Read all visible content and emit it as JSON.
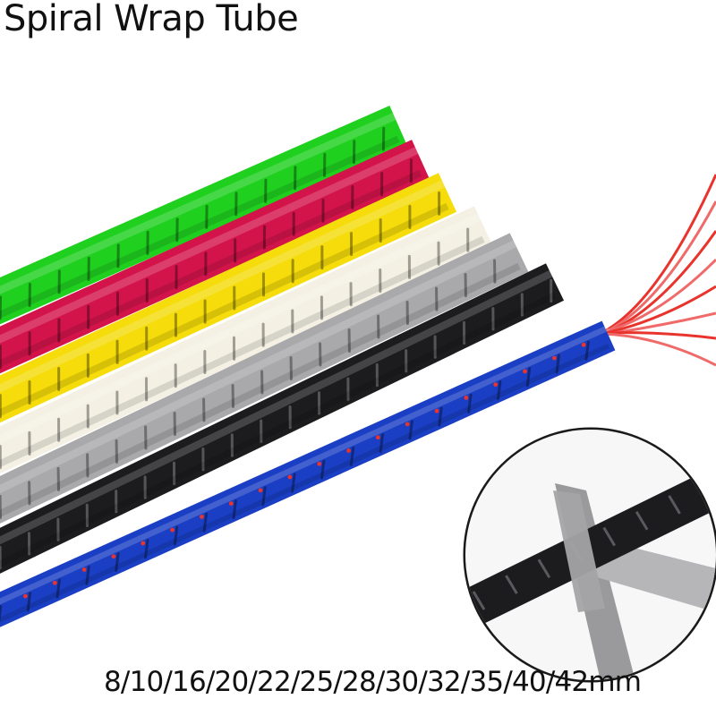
{
  "product": {
    "title": "Spiral Wrap Tube",
    "sizes": "8/10/16/20/22/25/28/30/32/35/40/42mm"
  },
  "tubes": [
    {
      "name": "green",
      "color": "#1fd01f"
    },
    {
      "name": "red",
      "color": "#d3144a"
    },
    {
      "name": "yellow",
      "color": "#f5dc0a"
    },
    {
      "name": "white",
      "color": "#f4f1e4"
    },
    {
      "name": "gray",
      "color": "#a9a9ab"
    },
    {
      "name": "black",
      "color": "#1c1c1e"
    },
    {
      "name": "blue",
      "color": "#1a3fc4"
    }
  ],
  "wire_color": "#e8342c",
  "inset": {
    "subject": "scissors-cutting-black-tube",
    "border_color": "#1a1a1a"
  }
}
